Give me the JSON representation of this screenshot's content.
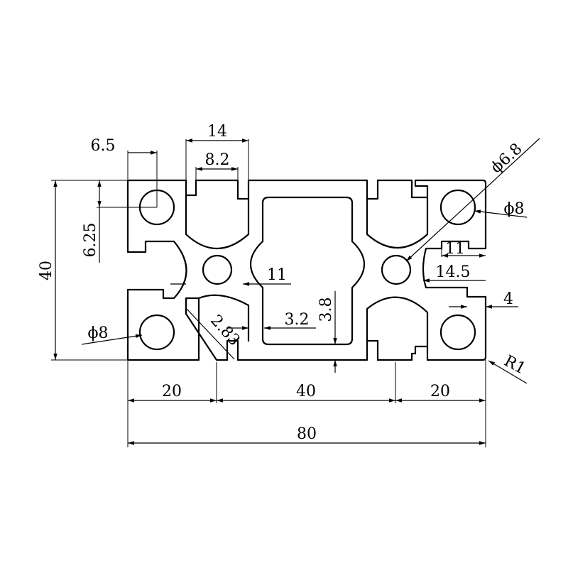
{
  "diagram": {
    "overall_width": "80",
    "overall_height": "40",
    "segment_left": "20",
    "segment_center": "40",
    "segment_right": "20",
    "slot_opening": "14",
    "slot_neck": "8.2",
    "hole_offset_x": "6.5",
    "hole_offset_y": "6.25",
    "hole_dia_left": "ϕ8",
    "hole_dia_right": "ϕ8",
    "center_bore": "ϕ6.8",
    "web_11_center": "11",
    "web_11_right": "11",
    "depth_14_5": "14.5",
    "wall_4": "4",
    "wall_3_2": "3.2",
    "wall_3_8": "3.8",
    "chamfer_2_83": "2.83",
    "corner_radius": "R1",
    "line_color": "#000000",
    "background_color": "#ffffff"
  }
}
